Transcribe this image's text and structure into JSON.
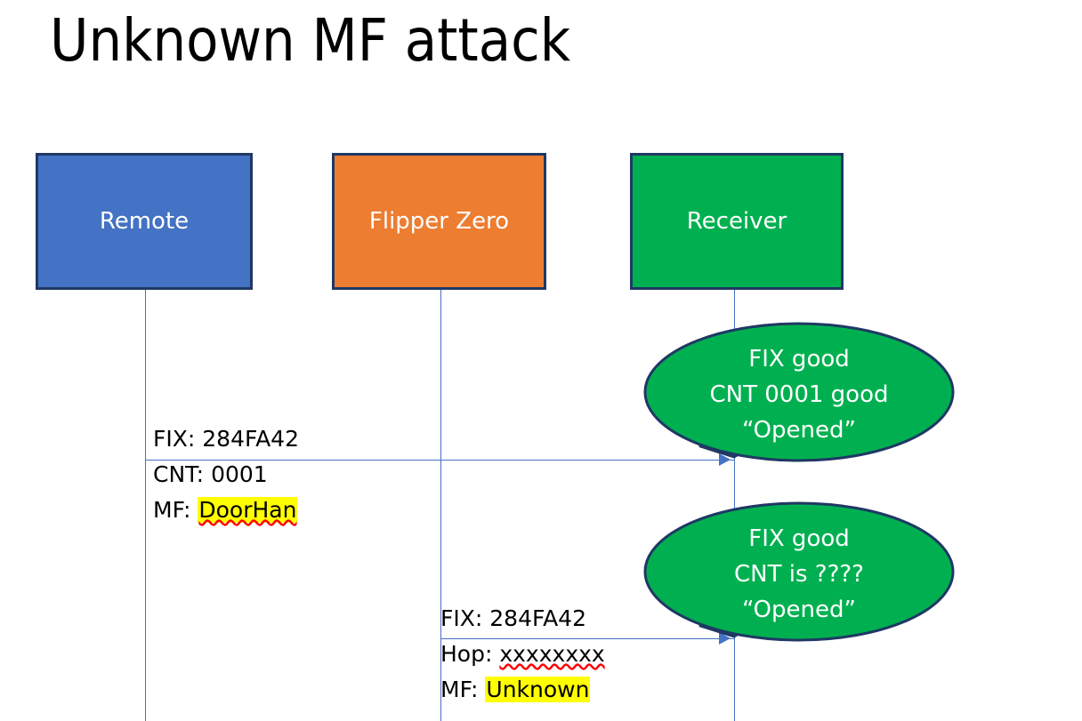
{
  "slide": {
    "title": "Unknown MF attack",
    "background": "#FFFFFF"
  },
  "colors": {
    "remote_fill": "#4472C4",
    "flipper_fill": "#ED7D31",
    "receiver_fill": "#00B050",
    "box_border": "#1F3864",
    "lifeline": "#4472C4",
    "arrow": "#4472C4",
    "bubble_fill": "#00B050",
    "bubble_border": "#1F3864",
    "highlight": "#FFFF00",
    "spellcheck_underline": "#FF0000",
    "text_on_fill": "#FFFFFF",
    "text_body": "#000000"
  },
  "actors": [
    {
      "id": "remote",
      "label": "Remote"
    },
    {
      "id": "flipper-zero",
      "label": "Flipper Zero"
    },
    {
      "id": "receiver",
      "label": "Receiver"
    }
  ],
  "messages": [
    {
      "id": "remote-to-receiver",
      "from": "remote",
      "to": "receiver",
      "lines": [
        {
          "label": "FIX:",
          "value": "284FA42",
          "highlighted": false,
          "spellcheck_flag": false
        },
        {
          "label": "CNT:",
          "value": "0001",
          "highlighted": false,
          "spellcheck_flag": false
        },
        {
          "label": "MF:",
          "value": "DoorHan",
          "highlighted": true,
          "spellcheck_flag": true
        }
      ]
    },
    {
      "id": "flipper-to-receiver",
      "from": "flipper-zero",
      "to": "receiver",
      "lines": [
        {
          "label": "FIX:",
          "value": "284FA42",
          "highlighted": false,
          "spellcheck_flag": false
        },
        {
          "label": "Hop:",
          "value": "xxxxxxxx",
          "highlighted": false,
          "spellcheck_flag": true
        },
        {
          "label": "MF:",
          "value": "Unknown",
          "highlighted": true,
          "spellcheck_flag": false
        }
      ]
    }
  ],
  "bubbles": [
    {
      "id": "receiver-response-1",
      "lines": [
        "FIX good",
        "CNT 0001 good",
        "“Opened”"
      ]
    },
    {
      "id": "receiver-response-2",
      "lines": [
        "FIX good",
        "CNT is ????",
        "“Opened”"
      ]
    }
  ]
}
